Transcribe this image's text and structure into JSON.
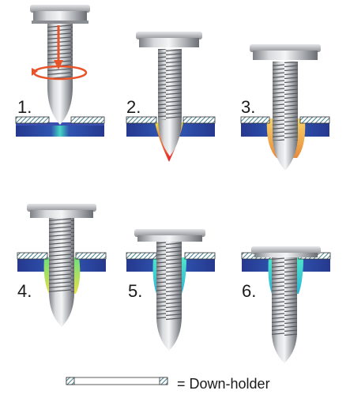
{
  "steps": [
    {
      "label": "1."
    },
    {
      "label": "2."
    },
    {
      "label": "3."
    },
    {
      "label": "4."
    },
    {
      "label": "5."
    },
    {
      "label": "6."
    }
  ],
  "legend": {
    "text": "= Down-holder"
  },
  "colors": {
    "sheet_blue": "#2b3f9a",
    "sheet_cyan": "#3fd8c6",
    "heat_red": "#e8202a",
    "heat_yellow": "#e9e04a",
    "heat_orange": "#f0a040",
    "rotation_arrow": "#e8542a",
    "screw_steel": "#b9bcc0",
    "downholder_hatch": "#3f7f8e"
  }
}
